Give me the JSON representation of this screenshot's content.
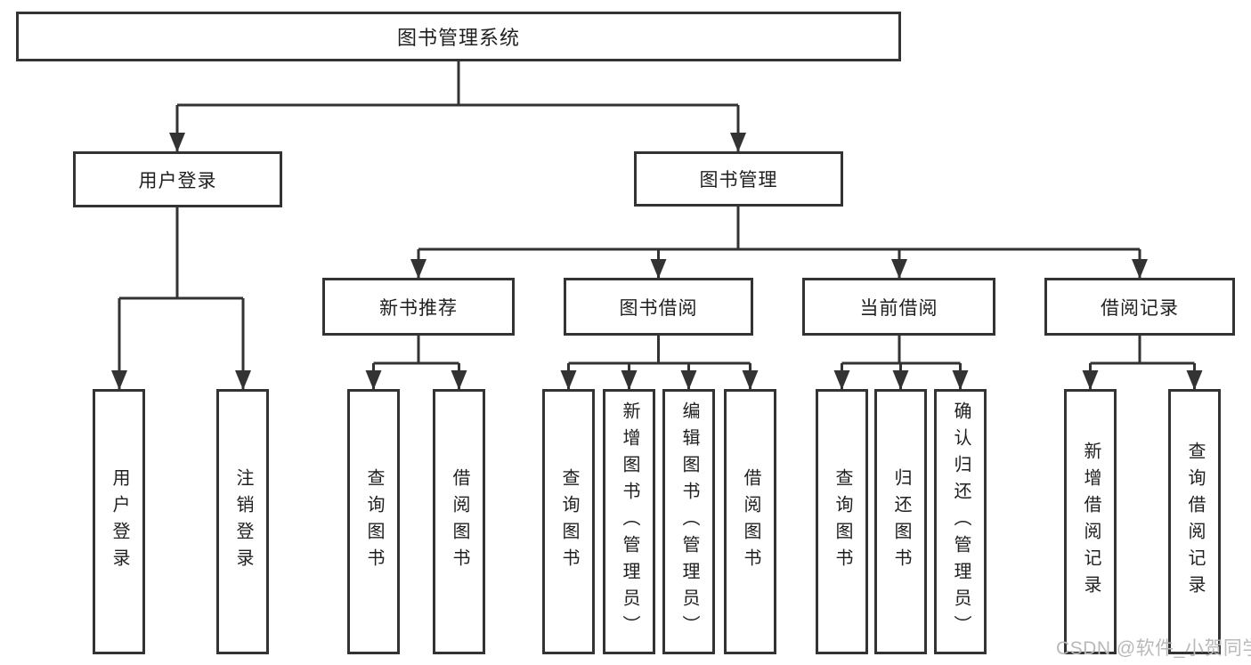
{
  "tree": {
    "root": {
      "label": "图书管理系统",
      "children": [
        {
          "label": "用户登录",
          "children": [
            {
              "label": "用户登录"
            },
            {
              "label": "注销登录"
            }
          ]
        },
        {
          "label": "图书管理",
          "children": [
            {
              "label": "新书推荐",
              "children": [
                {
                  "label": "查询图书"
                },
                {
                  "label": "借阅图书"
                }
              ]
            },
            {
              "label": "图书借阅",
              "children": [
                {
                  "label": "查询图书"
                },
                {
                  "label": "新增图书（管理员）"
                },
                {
                  "label": "编辑图书（管理员）"
                },
                {
                  "label": "借阅图书"
                }
              ]
            },
            {
              "label": "当前借阅",
              "children": [
                {
                  "label": "查询图书"
                },
                {
                  "label": "归还图书"
                },
                {
                  "label": "确认归还（管理员）"
                }
              ]
            },
            {
              "label": "借阅记录",
              "children": [
                {
                  "label": "新增借阅记录"
                },
                {
                  "label": "查询借阅记录"
                }
              ]
            }
          ]
        }
      ]
    }
  },
  "watermark": {
    "text": "CSDN @软件_小贺同学"
  },
  "colors": {
    "line": "#333333",
    "text": "#1f1f1f",
    "background": "#ffffff",
    "watermark": "#b9b9b9"
  }
}
